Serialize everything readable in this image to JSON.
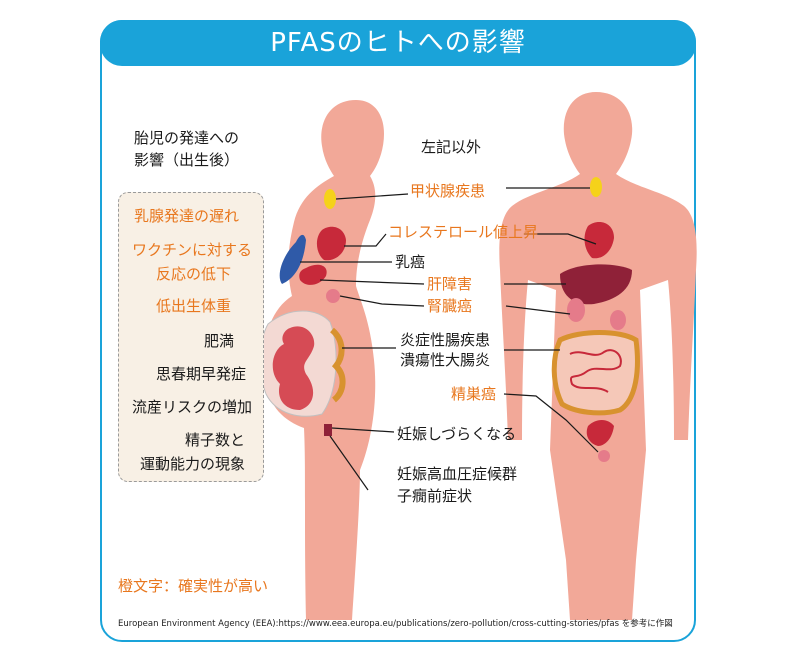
{
  "title": "PFASのヒトへの影響",
  "fetal": {
    "heading_line1": "胎児の発達への",
    "heading_line2": "影響（出生後）",
    "effects": [
      {
        "text": "乳腺発達の遅れ",
        "certain": true
      },
      {
        "text": "ワクチンに対する",
        "certain": true
      },
      {
        "text": "反応の低下",
        "certain": true
      },
      {
        "text": "低出生体重",
        "certain": true
      },
      {
        "text": "肥満",
        "certain": false
      },
      {
        "text": "思春期早発症",
        "certain": false
      },
      {
        "text": "流産リスクの増加",
        "certain": false
      },
      {
        "text": "精子数と",
        "certain": false
      },
      {
        "text": "運動能力の現象",
        "certain": false
      }
    ]
  },
  "other": {
    "heading": "左記以外"
  },
  "organs": {
    "thyroid": "甲状腺疾患",
    "cholesterol": "コレステロール値上昇",
    "breast_cancer": "乳癌",
    "liver": "肝障害",
    "kidney": "腎臓癌",
    "ibd_line1": "炎症性腸疾患",
    "ibd_line2": "潰瘍性大腸炎",
    "testicular": "精巣癌",
    "pregnancy": "妊娠しづらくなる",
    "preeclampsia_line1": "妊娠高血圧症候群",
    "preeclampsia_line2": "子癇前症状"
  },
  "legend": "橙文字：確実性が高い",
  "source": "European Environment Agency (EEA):https://www.eea.europa.eu/publications/zero-pollution/cross-cutting-stories/pfas を参考に作図",
  "colors": {
    "accent_blue": "#1aa3d9",
    "certain_orange": "#e8771e",
    "skin": "#f2a898",
    "organ_red": "#c7293a",
    "liver": "#8f2138",
    "thyroid": "#f5d21a",
    "breast": "#2f5aa8"
  }
}
